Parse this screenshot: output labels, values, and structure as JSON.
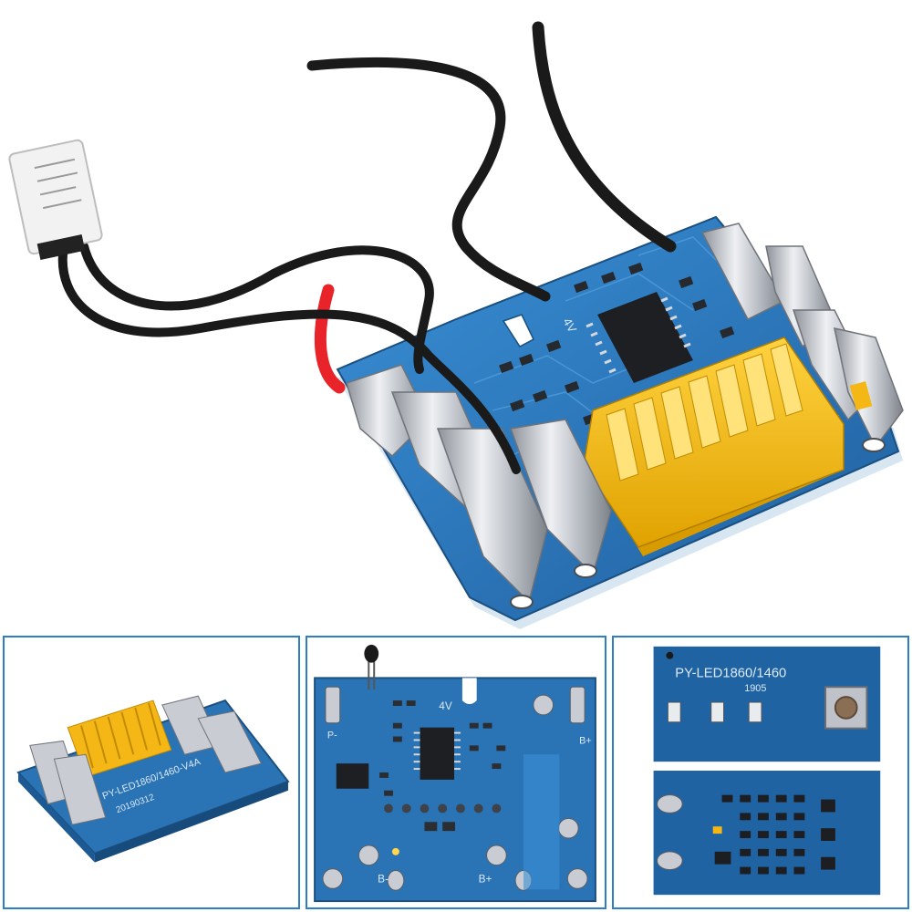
{
  "main_photo": {
    "board_labels": {
      "marking_4v": "4V"
    }
  },
  "thumbnails": [
    {
      "id": "angled",
      "silk_text": "PY-LED1860/1460-V4A",
      "silk_date": "20190312"
    },
    {
      "id": "top-view",
      "marking_4v": "4V",
      "b_plus": "B+",
      "b_minus": "B-",
      "b_plus_bottom": "B+",
      "p_minus": "P-"
    },
    {
      "id": "closeup",
      "model_text": "PY-LED1860/1460",
      "date_code": "1905"
    }
  ],
  "colors": {
    "pcb_blue": "#2a73b5",
    "pcb_dark": "#1d5a94",
    "connector_yellow": "#f4b716",
    "terminal_silver": "#c9ccd2",
    "thumbnail_border": "#2e7fc2",
    "wire_black": "#1a1a1a",
    "wire_red": "#e8242a"
  },
  "icons": [
    "battery-terminal-icon",
    "ic-chip-icon",
    "yellow-connector-icon",
    "tactile-button-icon",
    "thermistor-icon"
  ]
}
